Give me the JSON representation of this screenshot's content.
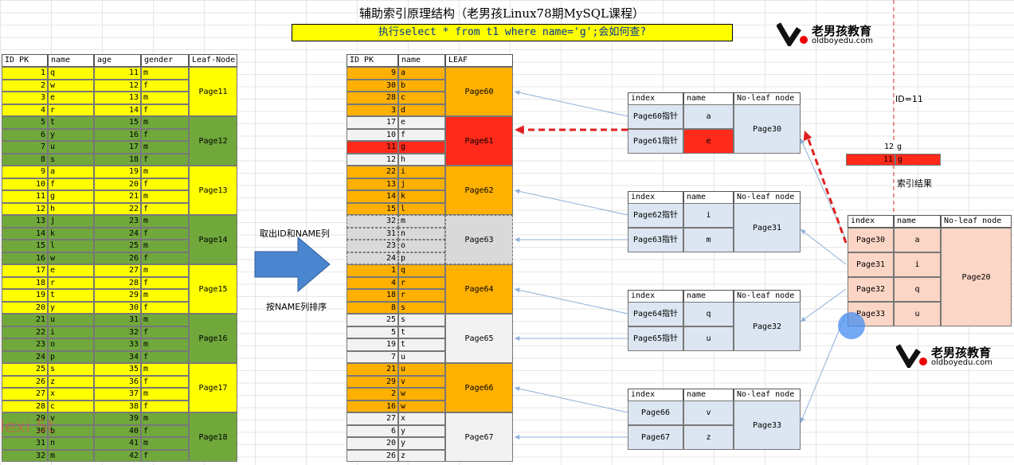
{
  "title": "辅助索引原理结构（老男孩Linux78期MySQL课程）",
  "query": "执行select * from t1 where name='g';会如何查?",
  "logo": {
    "name": "老男孩教育",
    "url": "oldboyedu.com"
  },
  "colors": {
    "yellow": "#ffff00",
    "green": "#70a83c",
    "orange": "#ffb000",
    "red": "#ff2a1a",
    "grey": "#d9d9d9",
    "white": "#f2f2f2",
    "blue": "#dce6f2",
    "peach": "#fbd5c5"
  },
  "left_table": {
    "headers": [
      "ID PK",
      "name",
      "age",
      "gender",
      "Leaf-Node"
    ],
    "groups": [
      {
        "page": "Page11",
        "color": "yellow",
        "rows": [
          [
            "1",
            "q",
            "11",
            "m"
          ],
          [
            "2",
            "w",
            "12",
            "f"
          ],
          [
            "3",
            "e",
            "13",
            "m"
          ],
          [
            "4",
            "r",
            "14",
            "f"
          ]
        ]
      },
      {
        "page": "Page12",
        "color": "green",
        "rows": [
          [
            "5",
            "t",
            "15",
            "m"
          ],
          [
            "6",
            "y",
            "16",
            "f"
          ],
          [
            "7",
            "u",
            "17",
            "m"
          ],
          [
            "8",
            "s",
            "18",
            "f"
          ]
        ]
      },
      {
        "page": "Page13",
        "color": "yellow",
        "rows": [
          [
            "9",
            "a",
            "19",
            "m"
          ],
          [
            "10",
            "f",
            "20",
            "f"
          ],
          [
            "11",
            "g",
            "21",
            "m"
          ],
          [
            "12",
            "h",
            "22",
            "f"
          ]
        ]
      },
      {
        "page": "Page14",
        "color": "green",
        "rows": [
          [
            "13",
            "j",
            "23",
            "m"
          ],
          [
            "14",
            "k",
            "24",
            "f"
          ],
          [
            "15",
            "l",
            "25",
            "m"
          ],
          [
            "16",
            "w",
            "26",
            "f"
          ]
        ]
      },
      {
        "page": "Page15",
        "color": "yellow",
        "rows": [
          [
            "17",
            "e",
            "27",
            "m"
          ],
          [
            "18",
            "r",
            "28",
            "f"
          ],
          [
            "19",
            "t",
            "29",
            "m"
          ],
          [
            "20",
            "y",
            "30",
            "f"
          ]
        ]
      },
      {
        "page": "Page16",
        "color": "green",
        "rows": [
          [
            "21",
            "u",
            "31",
            "m"
          ],
          [
            "22",
            "i",
            "32",
            "f"
          ],
          [
            "23",
            "o",
            "33",
            "m"
          ],
          [
            "24",
            "p",
            "34",
            "f"
          ]
        ]
      },
      {
        "page": "Page17",
        "color": "yellow",
        "rows": [
          [
            "25",
            "s",
            "35",
            "m"
          ],
          [
            "26",
            "z",
            "36",
            "f"
          ],
          [
            "27",
            "x",
            "37",
            "m"
          ],
          [
            "28",
            "c",
            "38",
            "f"
          ]
        ]
      },
      {
        "page": "Page18",
        "color": "green",
        "rows": [
          [
            "29",
            "v",
            "39",
            "m"
          ],
          [
            "30",
            "b",
            "40",
            "f"
          ],
          [
            "31",
            "n",
            "41",
            "m"
          ],
          [
            "32",
            "m",
            "42",
            "f"
          ]
        ]
      }
    ]
  },
  "arrow_text": {
    "top": "取出ID和NAME列",
    "bottom": "按NAME列排序"
  },
  "mid_table": {
    "headers": [
      "ID PK",
      "name",
      "LEAF"
    ],
    "groups": [
      {
        "page": "Page60",
        "rows": [
          [
            "9",
            "a",
            "orange"
          ],
          [
            "30",
            "b",
            "orange"
          ],
          [
            "28",
            "c",
            "orange"
          ],
          [
            "3",
            "d",
            "orange"
          ]
        ]
      },
      {
        "page": "Page61",
        "highlight": true,
        "rows": [
          [
            "17",
            "e",
            "white"
          ],
          [
            "10",
            "f",
            "white"
          ],
          [
            "11",
            "g",
            "red"
          ],
          [
            "12",
            "h",
            "white"
          ]
        ]
      },
      {
        "page": "Page62",
        "rows": [
          [
            "22",
            "i",
            "orange"
          ],
          [
            "13",
            "j",
            "orange"
          ],
          [
            "14",
            "k",
            "orange"
          ],
          [
            "15",
            "l",
            "orange"
          ]
        ]
      },
      {
        "page": "Page63",
        "dashed": true,
        "rows": [
          [
            "32",
            "m",
            "grey"
          ],
          [
            "31",
            "n",
            "grey"
          ],
          [
            "23",
            "o",
            "grey"
          ],
          [
            "24",
            "p",
            "grey"
          ]
        ]
      },
      {
        "page": "Page64",
        "rows": [
          [
            "1",
            "q",
            "orange"
          ],
          [
            "4",
            "r",
            "orange"
          ],
          [
            "18",
            "r",
            "orange"
          ],
          [
            "8",
            "s",
            "orange"
          ]
        ]
      },
      {
        "page": "Page65",
        "rows": [
          [
            "25",
            "s",
            "white"
          ],
          [
            "5",
            "t",
            "white"
          ],
          [
            "19",
            "t",
            "white"
          ],
          [
            "7",
            "u",
            "white"
          ]
        ]
      },
      {
        "page": "Page66",
        "rows": [
          [
            "21",
            "u",
            "orange"
          ],
          [
            "29",
            "v",
            "orange"
          ],
          [
            "2",
            "w",
            "orange"
          ],
          [
            "16",
            "w",
            "orange"
          ]
        ]
      },
      {
        "page": "Page67",
        "rows": [
          [
            "27",
            "x",
            "white"
          ],
          [
            "6",
            "y",
            "white"
          ],
          [
            "20",
            "y",
            "white"
          ],
          [
            "26",
            "z",
            "white"
          ]
        ]
      }
    ]
  },
  "branch_headers": [
    "index",
    "name",
    "No-leaf node"
  ],
  "branches": [
    {
      "node": "Page30",
      "rows": [
        [
          "Page60指针",
          "a"
        ],
        [
          "Page61指针",
          "e"
        ]
      ],
      "highlight_row": 1
    },
    {
      "node": "Page31",
      "rows": [
        [
          "Page62指针",
          "i"
        ],
        [
          "Page63指针",
          "m"
        ]
      ]
    },
    {
      "node": "Page32",
      "rows": [
        [
          "Page64指针",
          "q"
        ],
        [
          "Page65指针",
          "u"
        ]
      ]
    },
    {
      "node": "Page33",
      "rows": [
        [
          "Page66",
          "v"
        ],
        [
          "Page67",
          "z"
        ]
      ]
    }
  ],
  "root": {
    "node": "Page20",
    "rows": [
      [
        "Page30",
        "a"
      ],
      [
        "Page31",
        "i"
      ],
      [
        "Page32",
        "q"
      ],
      [
        "Page33",
        "u"
      ]
    ]
  },
  "id_label": "ID=11",
  "result_rows": [
    [
      "12",
      "g"
    ],
    [
      "11",
      "g"
    ]
  ],
  "result_label": "索引结果",
  "watermark": "lexi   5t"
}
